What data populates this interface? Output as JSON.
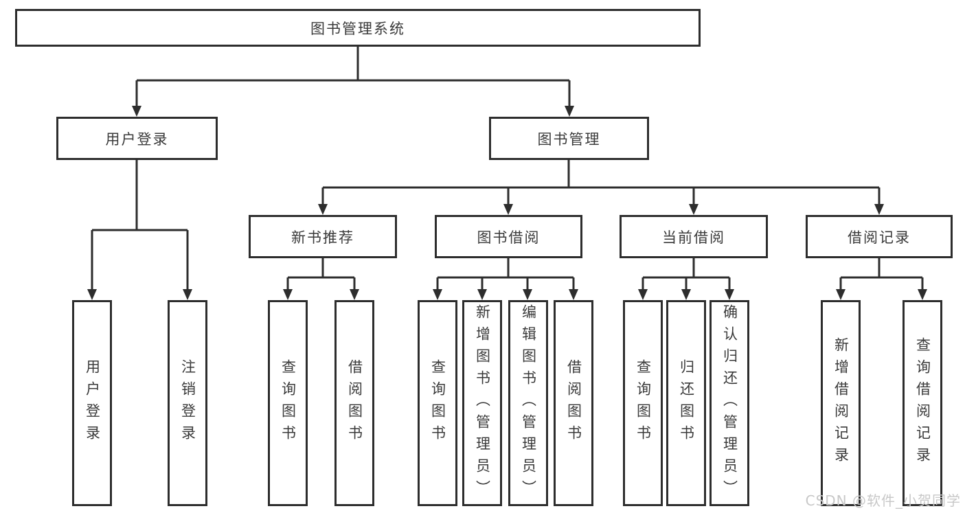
{
  "tree": {
    "label": "图书管理系统",
    "children": [
      {
        "label": "用户登录",
        "children": [
          {
            "label": "用户登录"
          },
          {
            "label": "注销登录"
          }
        ]
      },
      {
        "label": "图书管理",
        "children": [
          {
            "label": "新书推荐",
            "children": [
              {
                "label": "查询图书"
              },
              {
                "label": "借阅图书"
              }
            ]
          },
          {
            "label": "图书借阅",
            "children": [
              {
                "label": "查询图书"
              },
              {
                "label": "新增图书（管理员）"
              },
              {
                "label": "编辑图书（管理员）"
              },
              {
                "label": "借阅图书"
              }
            ]
          },
          {
            "label": "当前借阅",
            "children": [
              {
                "label": "查询图书"
              },
              {
                "label": "归还图书"
              },
              {
                "label": "确认归还（管理员）"
              }
            ]
          },
          {
            "label": "借阅记录",
            "children": [
              {
                "label": "新增借阅记录"
              },
              {
                "label": "查询借阅记录"
              }
            ]
          }
        ]
      }
    ]
  },
  "watermark": {
    "text": "CSDN @软件_小贺同学"
  },
  "colors": {
    "line": "#2d2d2d",
    "box_border": "#2d2d2d",
    "text": "#3a3a3a",
    "watermark": "#c8c8c8",
    "background": "#ffffff"
  }
}
